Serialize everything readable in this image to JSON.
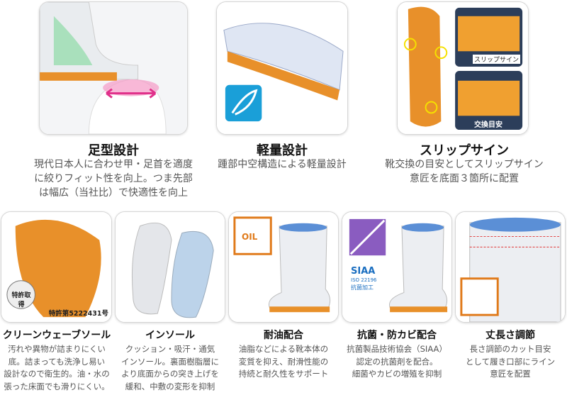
{
  "top_features": [
    {
      "title": "足型設計",
      "desc": "現代日本人に合わせ甲・足首を適度\nに絞りフィット性を向上。つま先部\nは幅広（当社比）で快適性を向上",
      "icon": "boot-fit-illustration"
    },
    {
      "title": "軽量設計",
      "desc": "踵部中空構造による軽量設計",
      "icon": "feather-icon"
    },
    {
      "title": "スリップサイン",
      "desc": "靴交換の目安としてスリップサイン\n意匠を底面３箇所に配置",
      "labels": [
        "スリップサイン",
        "交換目安"
      ]
    }
  ],
  "bottom_features": [
    {
      "title": "クリーンウェーブソール",
      "desc": "汚れや異物が詰まりにくい\n底。詰まっても洗浄し易い\n設計なので衛生的。油・水の\n張った床面でも滑りにくい。",
      "badge": "特許取得",
      "patent": "特許第5222431号"
    },
    {
      "title": "インソール",
      "desc": "クッション・吸汗・通気\nインソール。裏面樹脂層に\nより底面からの突き上げを\n緩和、中敷の変形を抑制"
    },
    {
      "title": "耐油配合",
      "desc": "油脂などによる靴本体の\n変質を抑え、耐滑性能の\n持続と耐久性をサポート",
      "badge": "OIL"
    },
    {
      "title": "抗菌・防カビ配合",
      "desc": "抗菌製品技術協会（SIAA）\n認定の抗菌剤を配合。\n細菌やカビの増殖を抑制",
      "badge": "SIAA",
      "badge_sub": "ISO 22196",
      "badge_sub2": "抗菌加工"
    },
    {
      "title": "丈長さ調節",
      "desc": "長さ調節のカット目安\nとして履き口部にライン\n意匠を配置",
      "icon": "scissors-icon"
    }
  ],
  "colors": {
    "sole": "#e8902a",
    "accent_blue": "#1a9fd8",
    "accent_purple": "#8a5cc0",
    "accent_orange": "#e07a1a"
  }
}
